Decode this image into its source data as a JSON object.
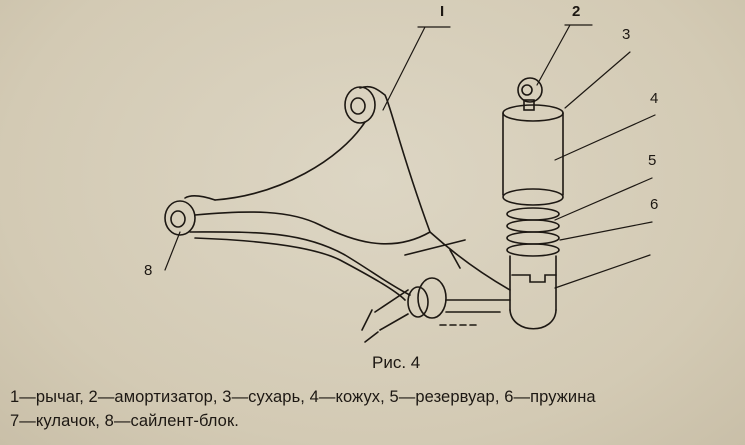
{
  "figure": {
    "labels": {
      "l1": "I",
      "l2": "2",
      "l3": "3",
      "l4": "4",
      "l5": "5",
      "l6": "6",
      "l8": "8"
    },
    "title": "Рис. 4",
    "caption_line1": "1—рычаг, 2—амортизатор, 3—сухарь, 4—кожух, 5—резервуар, 6—пружина",
    "caption_line2": "7—кулачок, 8—сайлент-блок."
  },
  "colors": {
    "paper": "#d8d0bc",
    "ink": "#1d1813"
  }
}
